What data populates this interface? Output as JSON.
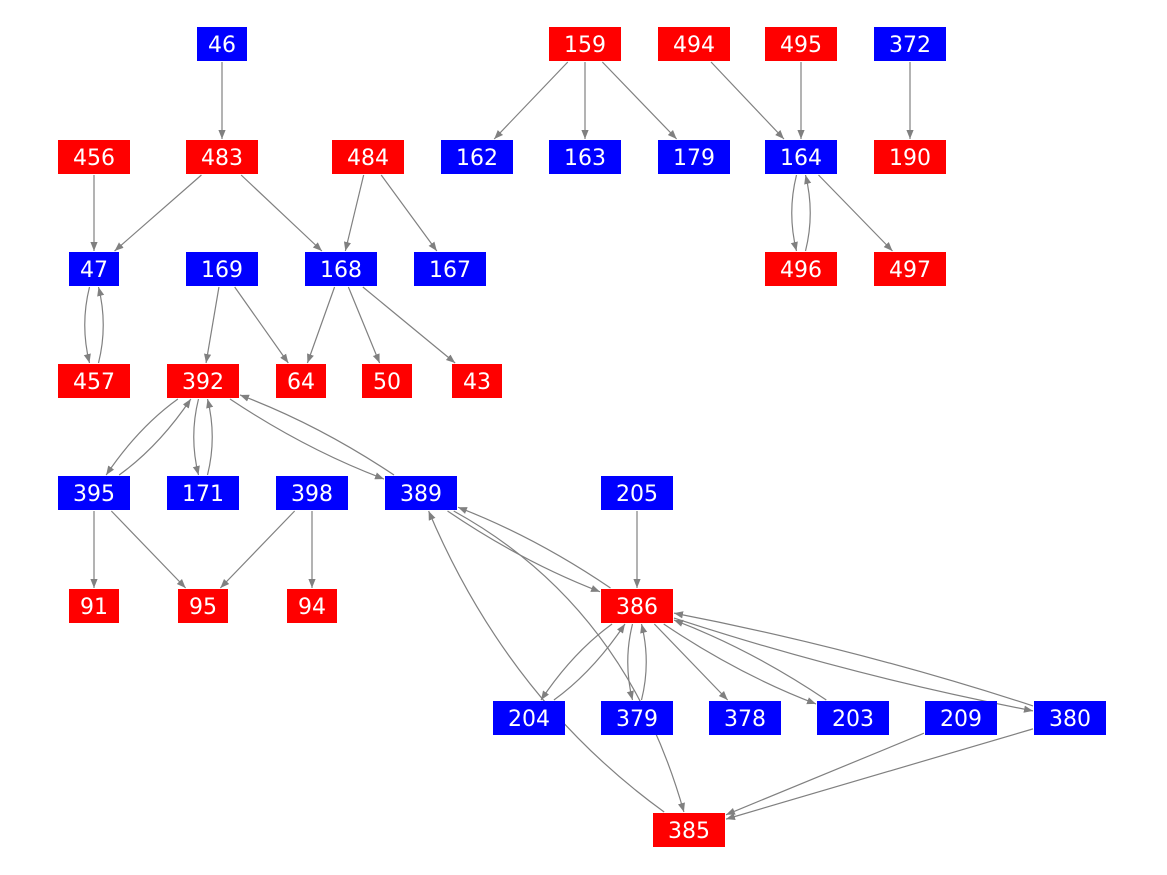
{
  "colors": {
    "blue": "#0000ff",
    "red": "#ff0000",
    "edge": "#808080"
  },
  "nodes": [
    {
      "id": "46",
      "color": "blue"
    },
    {
      "id": "159",
      "color": "red"
    },
    {
      "id": "494",
      "color": "red"
    },
    {
      "id": "495",
      "color": "red"
    },
    {
      "id": "372",
      "color": "blue"
    },
    {
      "id": "456",
      "color": "red"
    },
    {
      "id": "483",
      "color": "red"
    },
    {
      "id": "484",
      "color": "red"
    },
    {
      "id": "162",
      "color": "blue"
    },
    {
      "id": "163",
      "color": "blue"
    },
    {
      "id": "179",
      "color": "blue"
    },
    {
      "id": "164",
      "color": "blue"
    },
    {
      "id": "190",
      "color": "red"
    },
    {
      "id": "47",
      "color": "blue"
    },
    {
      "id": "169",
      "color": "blue"
    },
    {
      "id": "168",
      "color": "blue"
    },
    {
      "id": "167",
      "color": "blue"
    },
    {
      "id": "496",
      "color": "red"
    },
    {
      "id": "497",
      "color": "red"
    },
    {
      "id": "457",
      "color": "red"
    },
    {
      "id": "392",
      "color": "red"
    },
    {
      "id": "64",
      "color": "red"
    },
    {
      "id": "50",
      "color": "red"
    },
    {
      "id": "43",
      "color": "red"
    },
    {
      "id": "395",
      "color": "blue"
    },
    {
      "id": "171",
      "color": "blue"
    },
    {
      "id": "398",
      "color": "blue"
    },
    {
      "id": "389",
      "color": "blue"
    },
    {
      "id": "205",
      "color": "blue"
    },
    {
      "id": "91",
      "color": "red"
    },
    {
      "id": "95",
      "color": "red"
    },
    {
      "id": "94",
      "color": "red"
    },
    {
      "id": "386",
      "color": "red"
    },
    {
      "id": "204",
      "color": "blue"
    },
    {
      "id": "379",
      "color": "blue"
    },
    {
      "id": "378",
      "color": "blue"
    },
    {
      "id": "203",
      "color": "blue"
    },
    {
      "id": "209",
      "color": "blue"
    },
    {
      "id": "380",
      "color": "blue"
    },
    {
      "id": "385",
      "color": "red"
    }
  ],
  "edges": [
    [
      "46",
      "483"
    ],
    [
      "159",
      "162"
    ],
    [
      "159",
      "163"
    ],
    [
      "159",
      "179"
    ],
    [
      "494",
      "164"
    ],
    [
      "495",
      "164"
    ],
    [
      "372",
      "190"
    ],
    [
      "456",
      "47"
    ],
    [
      "483",
      "47"
    ],
    [
      "483",
      "168"
    ],
    [
      "484",
      "168"
    ],
    [
      "484",
      "167"
    ],
    [
      "164",
      "496"
    ],
    [
      "496",
      "164"
    ],
    [
      "164",
      "497"
    ],
    [
      "47",
      "457"
    ],
    [
      "457",
      "47"
    ],
    [
      "169",
      "392"
    ],
    [
      "169",
      "64"
    ],
    [
      "168",
      "64"
    ],
    [
      "168",
      "50"
    ],
    [
      "168",
      "43"
    ],
    [
      "392",
      "395"
    ],
    [
      "395",
      "392"
    ],
    [
      "392",
      "171"
    ],
    [
      "171",
      "392"
    ],
    [
      "392",
      "389"
    ],
    [
      "389",
      "392"
    ],
    [
      "395",
      "91"
    ],
    [
      "395",
      "95"
    ],
    [
      "398",
      "95"
    ],
    [
      "398",
      "94"
    ],
    [
      "389",
      "386"
    ],
    [
      "386",
      "389"
    ],
    [
      "389",
      "385"
    ],
    [
      "385",
      "389"
    ],
    [
      "205",
      "386"
    ],
    [
      "386",
      "204"
    ],
    [
      "204",
      "386"
    ],
    [
      "386",
      "379"
    ],
    [
      "379",
      "386"
    ],
    [
      "386",
      "378"
    ],
    [
      "386",
      "203"
    ],
    [
      "203",
      "386"
    ],
    [
      "386",
      "380"
    ],
    [
      "380",
      "386"
    ],
    [
      "209",
      "385"
    ],
    [
      "380",
      "385"
    ]
  ]
}
